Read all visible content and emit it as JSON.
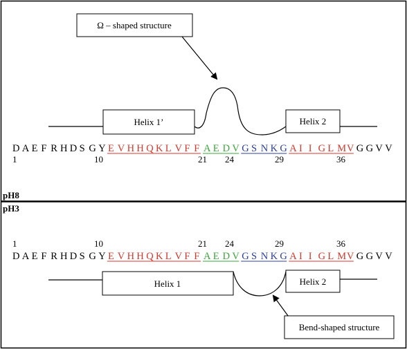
{
  "colors": {
    "helix": "#d8362b",
    "turn": "#3aa63a",
    "loop": "#2d3f9e",
    "plain": "#000000"
  },
  "callouts": {
    "omega": "Ω – shaped structure",
    "bend": "Bend-shaped structure"
  },
  "top": {
    "helix_a": "Helix 1’",
    "helix_b": "Helix 2",
    "numbers": [
      "1",
      "10",
      "21",
      "24",
      "29",
      "36"
    ]
  },
  "divider": {
    "label_upper": "pH8",
    "label_lower": "pH3"
  },
  "bottom": {
    "helix_a": "Helix 1",
    "helix_b": "Helix 2",
    "numbers": [
      "1",
      "10",
      "21",
      "24",
      "29",
      "36"
    ]
  },
  "sequence": [
    {
      "aa": "D",
      "g": "plain"
    },
    {
      "aa": "A",
      "g": "plain"
    },
    {
      "aa": "E",
      "g": "plain"
    },
    {
      "aa": "F",
      "g": "plain"
    },
    {
      "aa": "R",
      "g": "plain"
    },
    {
      "aa": "H",
      "g": "plain"
    },
    {
      "aa": "D",
      "g": "plain"
    },
    {
      "aa": "S",
      "g": "plain"
    },
    {
      "aa": "G",
      "g": "plain"
    },
    {
      "aa": "Y",
      "g": "plain"
    },
    {
      "aa": "E",
      "g": "helix"
    },
    {
      "aa": "V",
      "g": "helix"
    },
    {
      "aa": "H",
      "g": "helix"
    },
    {
      "aa": "H",
      "g": "helix"
    },
    {
      "aa": "Q",
      "g": "helix"
    },
    {
      "aa": "K",
      "g": "helix"
    },
    {
      "aa": "L",
      "g": "helix"
    },
    {
      "aa": "V",
      "g": "helix"
    },
    {
      "aa": "F",
      "g": "helix"
    },
    {
      "aa": "F",
      "g": "helix"
    },
    {
      "aa": "A",
      "g": "turn"
    },
    {
      "aa": "E",
      "g": "turn"
    },
    {
      "aa": "D",
      "g": "turn"
    },
    {
      "aa": "V",
      "g": "turn"
    },
    {
      "aa": "G",
      "g": "loop"
    },
    {
      "aa": "S",
      "g": "loop"
    },
    {
      "aa": "N",
      "g": "loop"
    },
    {
      "aa": "K",
      "g": "loop"
    },
    {
      "aa": "G",
      "g": "loop"
    },
    {
      "aa": "A",
      "g": "helix"
    },
    {
      "aa": "I",
      "g": "helix"
    },
    {
      "aa": "I",
      "g": "helix"
    },
    {
      "aa": "G",
      "g": "helix"
    },
    {
      "aa": "L",
      "g": "helix"
    },
    {
      "aa": "M",
      "g": "helix"
    },
    {
      "aa": "V",
      "g": "helix"
    },
    {
      "aa": "G",
      "g": "plain"
    },
    {
      "aa": "G",
      "g": "plain"
    },
    {
      "aa": "V",
      "g": "plain"
    },
    {
      "aa": "V",
      "g": "plain"
    }
  ]
}
